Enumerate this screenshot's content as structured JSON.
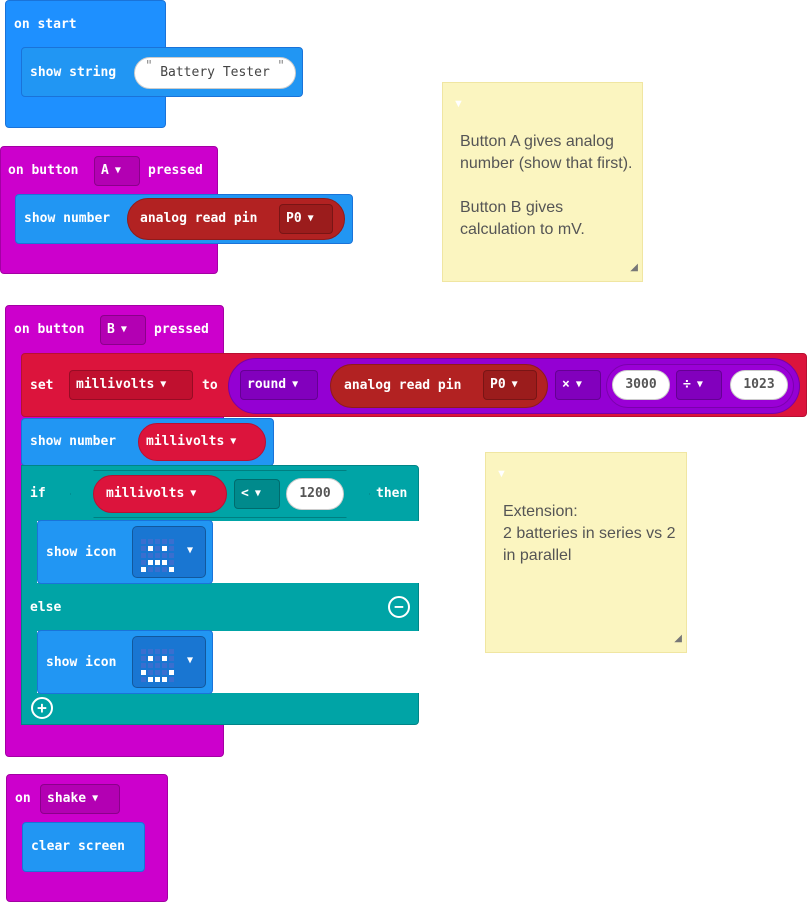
{
  "on_start": {
    "event_label": "on start",
    "show_string_label": "show string",
    "string_value": "Battery Tester"
  },
  "button_a": {
    "on_label": "on button",
    "button_value": "A",
    "pressed_label": "pressed",
    "show_number_label": "show number",
    "analog_read_label": "analog read pin",
    "pin_value": "P0"
  },
  "button_b": {
    "on_label": "on button",
    "button_value": "B",
    "pressed_label": "pressed",
    "set_label": "set",
    "variable_name": "millivolts",
    "to_label": "to",
    "round_label": "round",
    "analog_read_label": "analog read pin",
    "pin_value": "P0",
    "multiply_op": "×",
    "multiply_value": "3000",
    "divide_op": "÷",
    "divide_value": "1023",
    "show_number_label": "show number",
    "show_number_var": "millivolts",
    "if_label": "if",
    "compare_var": "millivolts",
    "compare_op": "<",
    "compare_value": "1200",
    "then_label": "then",
    "show_icon_label": "show icon",
    "else_label": "else",
    "show_icon_label_2": "show icon"
  },
  "on_shake": {
    "on_label": "on",
    "gesture_value": "shake",
    "clear_screen_label": "clear screen"
  },
  "notes": [
    {
      "text": "Button A gives analog\nnumber (show that first).\n\nButton B gives\ncalculation to mV."
    },
    {
      "text": "Extension:\n2 batteries in series vs 2\nin parallel"
    }
  ],
  "icons": {
    "sad": [
      [
        0,
        0,
        0,
        0,
        0
      ],
      [
        0,
        1,
        0,
        1,
        0
      ],
      [
        0,
        0,
        0,
        0,
        0
      ],
      [
        0,
        1,
        1,
        1,
        0
      ],
      [
        1,
        0,
        0,
        0,
        1
      ]
    ],
    "happy": [
      [
        0,
        0,
        0,
        0,
        0
      ],
      [
        0,
        1,
        0,
        1,
        0
      ],
      [
        0,
        0,
        0,
        0,
        0
      ],
      [
        1,
        0,
        0,
        0,
        1
      ],
      [
        0,
        1,
        1,
        1,
        0
      ]
    ]
  },
  "colors": {
    "events": "#cc00cc",
    "basic": "#1e90ff",
    "variables": "#dc143c",
    "pins": "#b22222",
    "math": "#9400d3",
    "logic": "#00a4a6",
    "note": "#fbf5c0"
  }
}
